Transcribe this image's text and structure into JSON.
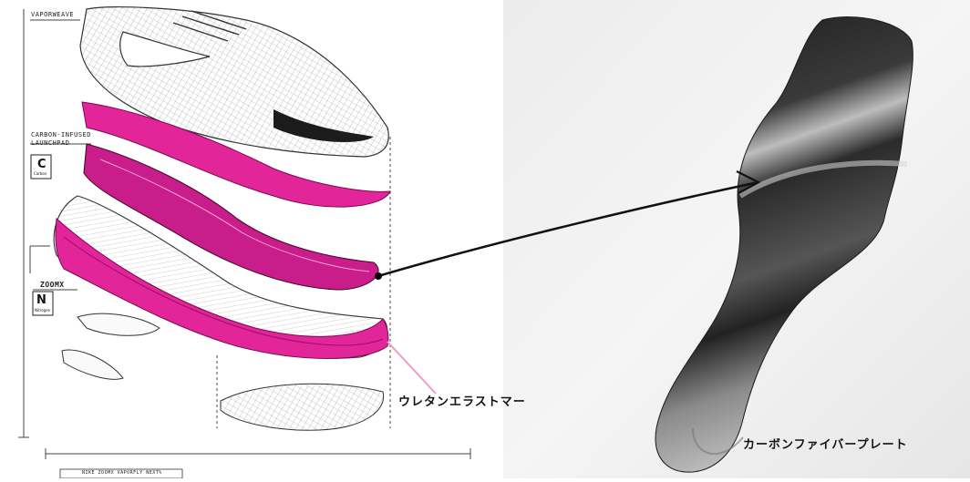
{
  "left_panel": {
    "label_top": "VAPORWEAVE",
    "label_plate": "CARBON-INFUSED\nLAUNCHPAD",
    "element_c_symbol": "C",
    "element_c_name": "Carbon",
    "element_n_symbol": "N",
    "element_n_name": "Nitrogen",
    "label_zoomx": "ZOOMX",
    "footer_text": "NIKE ZOOMX VAPORFLY NEXT%"
  },
  "annotations": {
    "foam_label": "ウレタンエラストマー",
    "plate_label": "カーボンファイバープレート"
  },
  "colors": {
    "magenta": "#e3259a",
    "magenta_dark": "#b5187b",
    "arrow": "#111111",
    "pink_line": "#f29bc4"
  }
}
